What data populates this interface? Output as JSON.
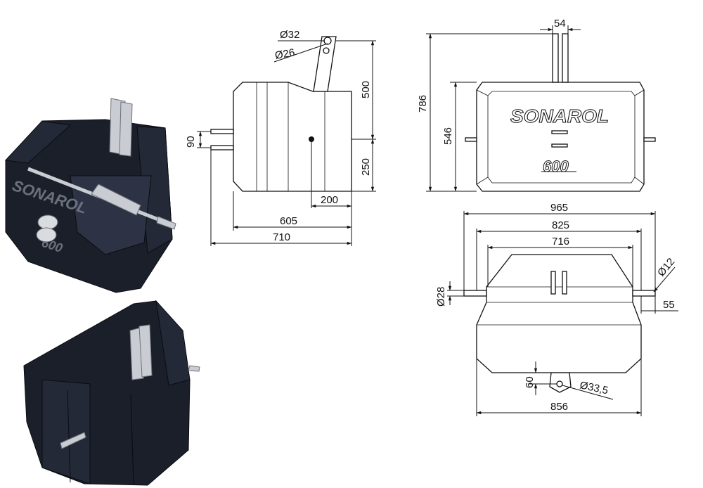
{
  "brand": {
    "logo_text": "SONAROL",
    "model_text": "600"
  },
  "side_view": {
    "dims": {
      "pin_hole_large": "Ø32",
      "pin_hole_small": "Ø26",
      "pin_spacing": "90",
      "upper_height": "500",
      "lower_height": "250",
      "hole_offset": "200",
      "body_length": "605",
      "overall_length": "710"
    }
  },
  "front_view": {
    "dims": {
      "lug_width": "54",
      "overall_height": "786",
      "body_height": "546"
    }
  },
  "top_view": {
    "dims": {
      "overall_width": "965",
      "pin_span": "825",
      "body_top_width": "716",
      "pin_diameter": "Ø28",
      "pin_hole": "Ø12",
      "pin_end": "55",
      "lug_offset": "60",
      "lug_hole": "Ø33,5",
      "body_bottom_width": "856"
    }
  }
}
